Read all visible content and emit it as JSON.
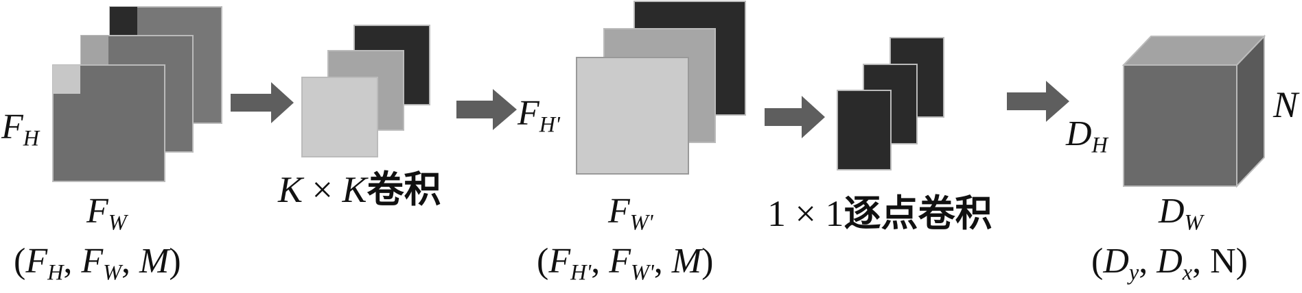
{
  "stage1": {
    "height_label": {
      "main": "F",
      "sub": "H"
    },
    "width_label": {
      "main": "F",
      "sub": "W"
    },
    "shape": {
      "open": "(",
      "a": "F",
      "a_sub": "H",
      "sep1": ", ",
      "b": "F",
      "b_sub": "W",
      "sep2": ", ",
      "c": "M",
      "close": ")"
    }
  },
  "stage2": {
    "caption": {
      "k1": "K",
      "times": " × ",
      "k2": "K",
      "text": "卷积"
    }
  },
  "stage3": {
    "height_label": {
      "main": "F",
      "sub": "H'"
    },
    "width_label": {
      "main": "F",
      "sub": "W'"
    },
    "shape": {
      "open": "(",
      "a": "F",
      "a_sub": "H'",
      "sep1": ", ",
      "b": "F",
      "b_sub": "W'",
      "sep2": ", ",
      "c": "M",
      "close": ")"
    }
  },
  "stage4": {
    "caption": {
      "one1": "1",
      "times": " × ",
      "one2": "1",
      "text": "逐点卷积"
    }
  },
  "stage5": {
    "height_label": {
      "main": "D",
      "sub": "H"
    },
    "width_label": {
      "main": "D",
      "sub": "W"
    },
    "depth_label": "N",
    "shape": {
      "open": "(",
      "a": "D",
      "a_sub": "y",
      "sep1": ", ",
      "b": "D",
      "b_sub": "x",
      "sep2": ", ",
      "c": "N",
      "close": ")"
    }
  },
  "colors": {
    "darkest": "#2a2a2a",
    "dark": "#6e6e6e",
    "mid": "#7a7a7a",
    "light": "#a6a6a6",
    "lightest": "#cbcbcb",
    "cube_front": "#6a6a6a",
    "cube_top": "#a3a3a3",
    "cube_side": "#5a5a5a",
    "arrow": "#5e5e5e"
  }
}
